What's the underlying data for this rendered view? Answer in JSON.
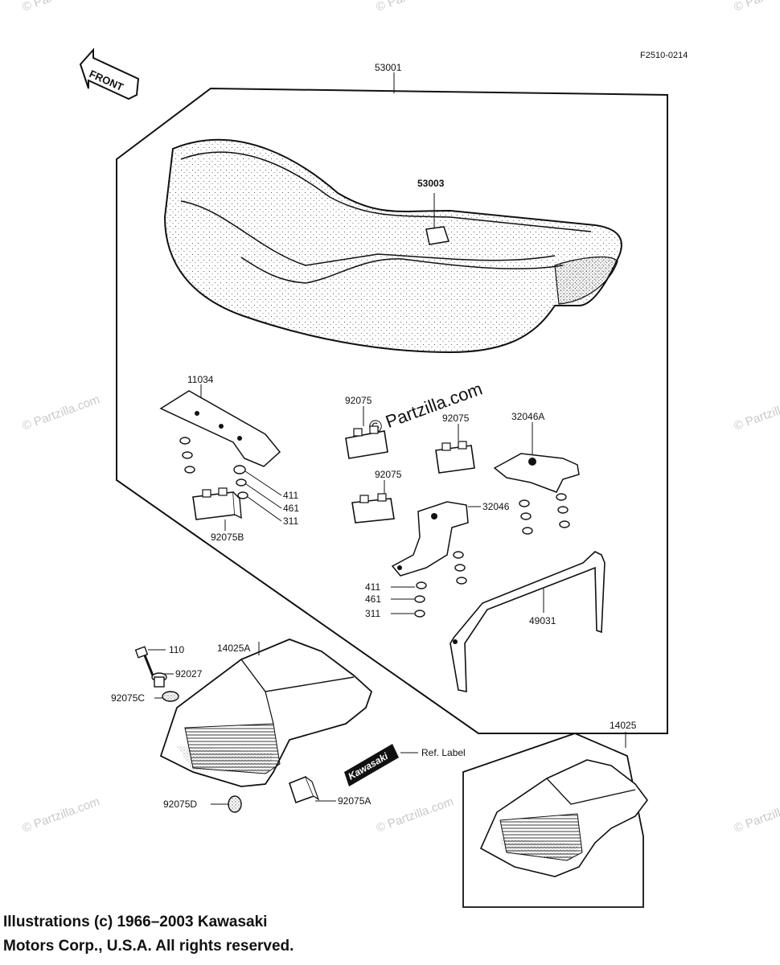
{
  "figure_code": "F2510-0214",
  "front_label": "FRONT",
  "brand_label": "Kawasaki",
  "watermark": "© Partzilla.com",
  "callouts": {
    "seat_assy": "53001",
    "seat_hook": "53003",
    "bracket_11034": "11034",
    "damper_top_left": "92075",
    "damper_top_right": "92075",
    "damper_mid": "92075",
    "bracket_32046A": "32046A",
    "bracket_32046": "32046",
    "washer_411_left": "411",
    "washer_461_left": "461",
    "nut_311_left": "311",
    "damper_92075B": "92075B",
    "washer_411_right": "411",
    "washer_461_right": "461",
    "nut_311_right": "311",
    "bar_49031": "49031",
    "cowl_14025A": "14025A",
    "bolt_110": "110",
    "collar_92027": "92027",
    "damper_92075C": "92075C",
    "ref_label": "Ref.  Label",
    "damper_92075D": "92075D",
    "damper_92075A": "92075A",
    "cowl_14025": "14025"
  },
  "copyright": {
    "line1": "Illustrations (c) 1966–2003 Kawasaki",
    "line2": "Motors Corp., U.S.A.  All rights reserved."
  }
}
